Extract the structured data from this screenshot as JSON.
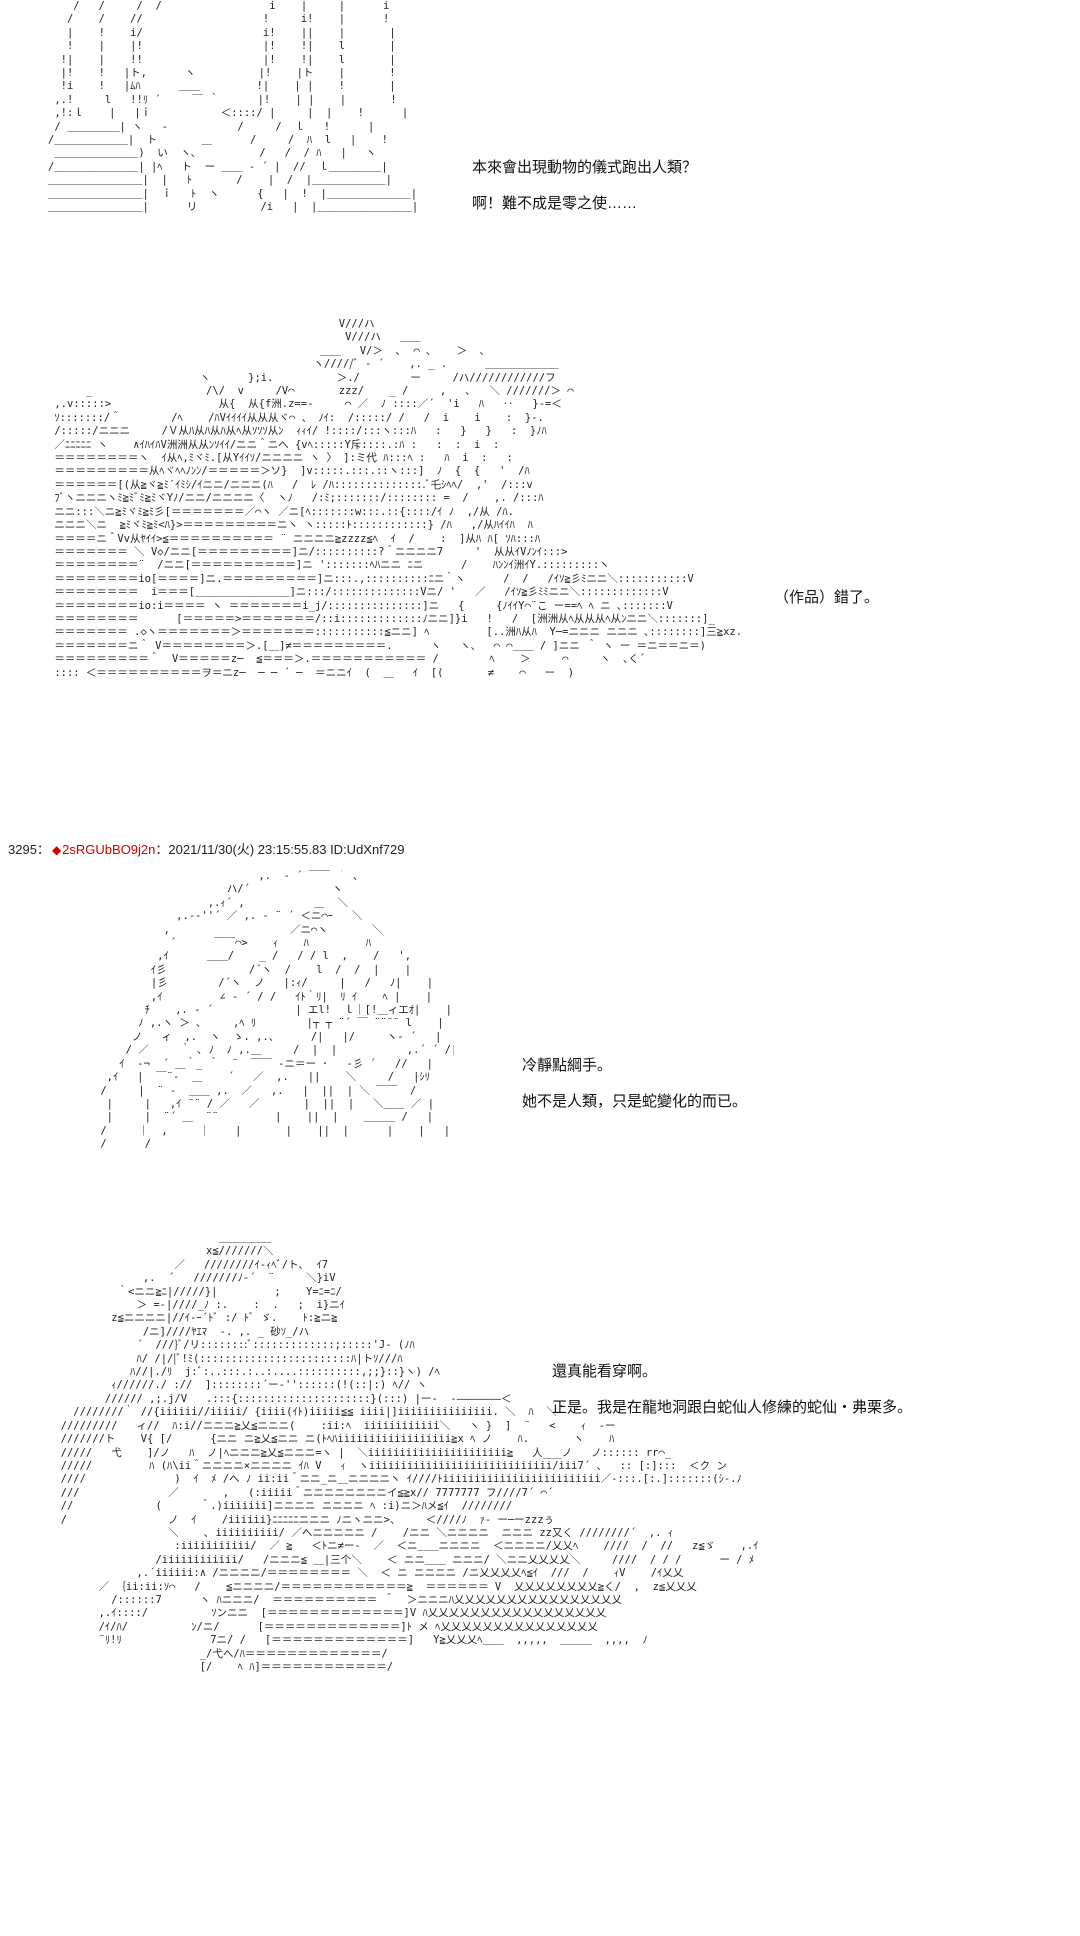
{
  "post": {
    "number": "3295",
    "separator": "：",
    "trip_mark": "◆",
    "trip": "2sRGUbBO9j2n",
    "datetime": "：2021/11/30(火) 23:15:55.83",
    "id": "ID:UdXnf729"
  },
  "panel1": {
    "lines": [
      "本來會出現動物的儀式跑出人類？",
      "啊！難不成是零之使……"
    ]
  },
  "panel2": {
    "lines": [
      "（作品）錯了。"
    ]
  },
  "panel3": {
    "lines": [
      "冷靜點綱手。",
      "她不是人類，只是蛇變化的而已。"
    ]
  },
  "panel4": {
    "lines": [
      "還真能看穿啊。",
      "正是。我是在龍地洞跟白蛇仙人修練的蛇仙・弗栗多。"
    ]
  },
  "colors": {
    "accent": "#cc0000",
    "text": "#111111",
    "background": "#ffffff"
  }
}
